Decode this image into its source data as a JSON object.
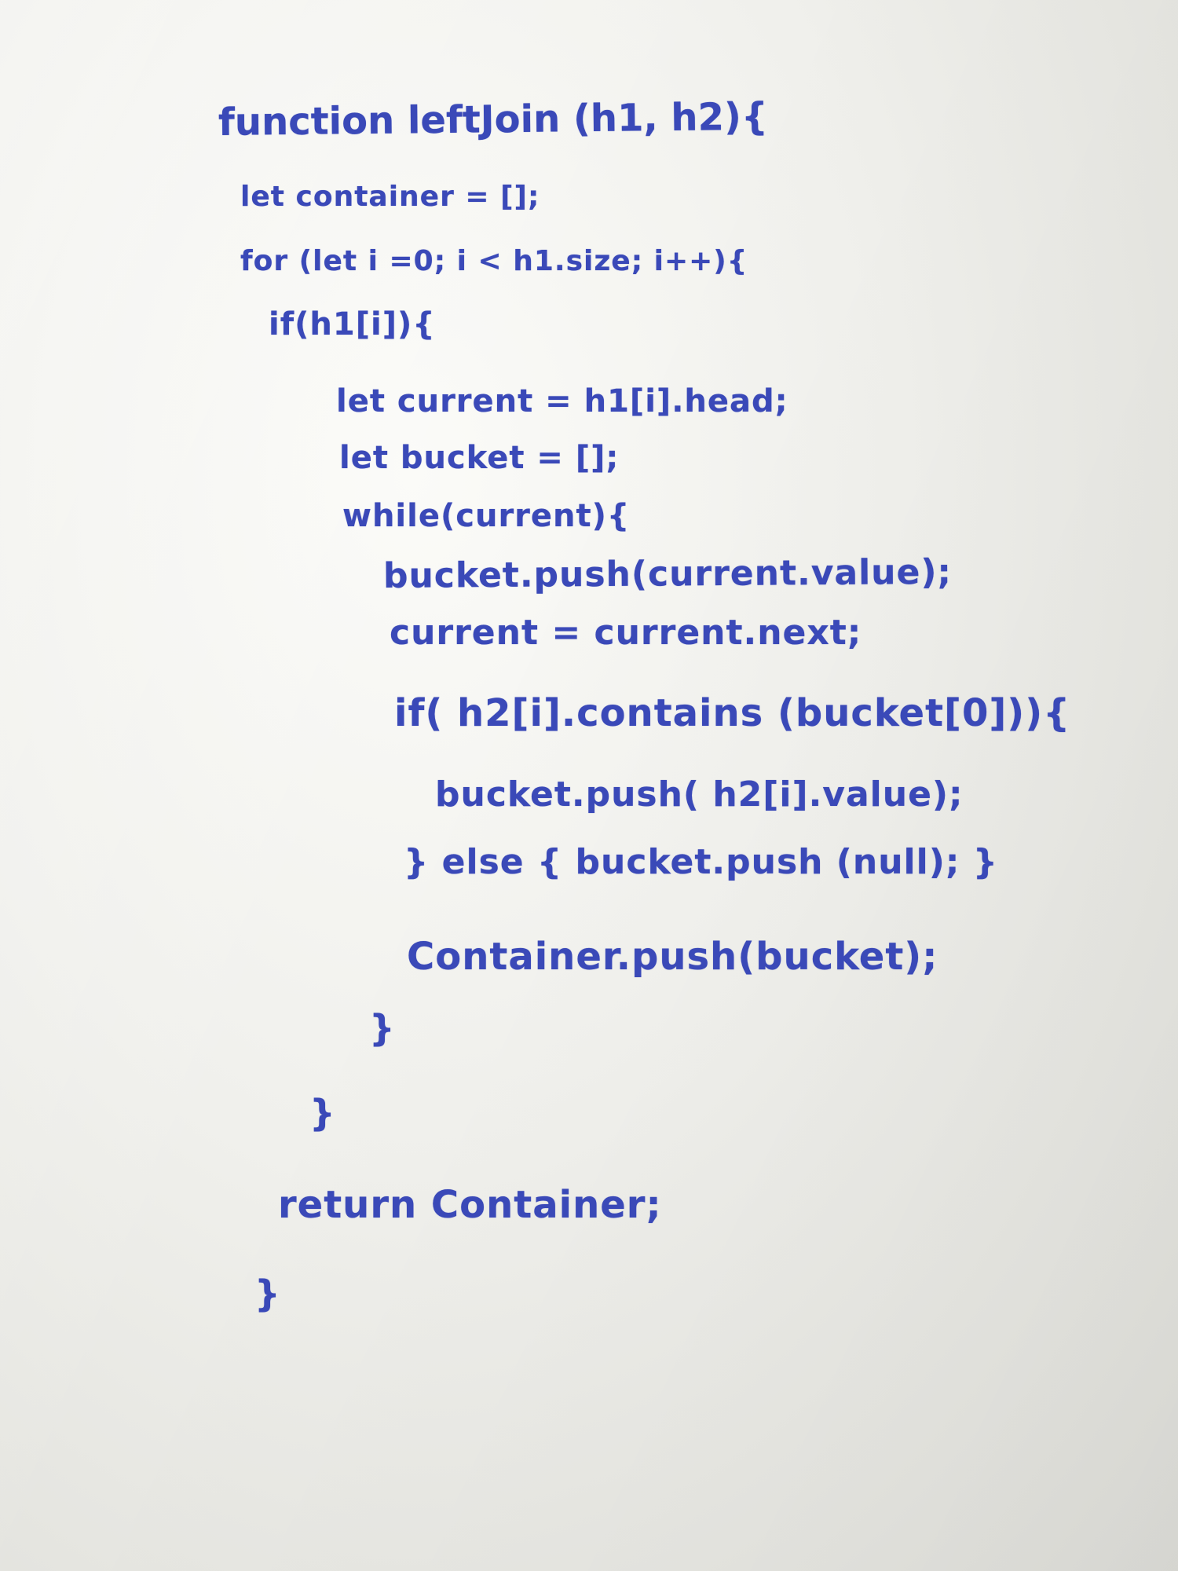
{
  "code": {
    "lines": [
      "function leftJoin (h1, h2){",
      "let container = [];",
      "for (let i =0; i < h1.size; i++){",
      "if(h1[i]){",
      "let current = h1[i].head;",
      "let bucket = [];",
      "while(current){",
      "bucket.push(current.value);",
      "current = current.next;",
      "if( h2[i].contains (bucket[0])){",
      "bucket.push( h2[i].value);",
      "} else { bucket.push (null); }",
      "Container.push(bucket);",
      "}",
      "}",
      "return Container;",
      "}"
    ]
  },
  "colors": {
    "ink": "#3a49b8",
    "board": "#f0f0ec"
  }
}
